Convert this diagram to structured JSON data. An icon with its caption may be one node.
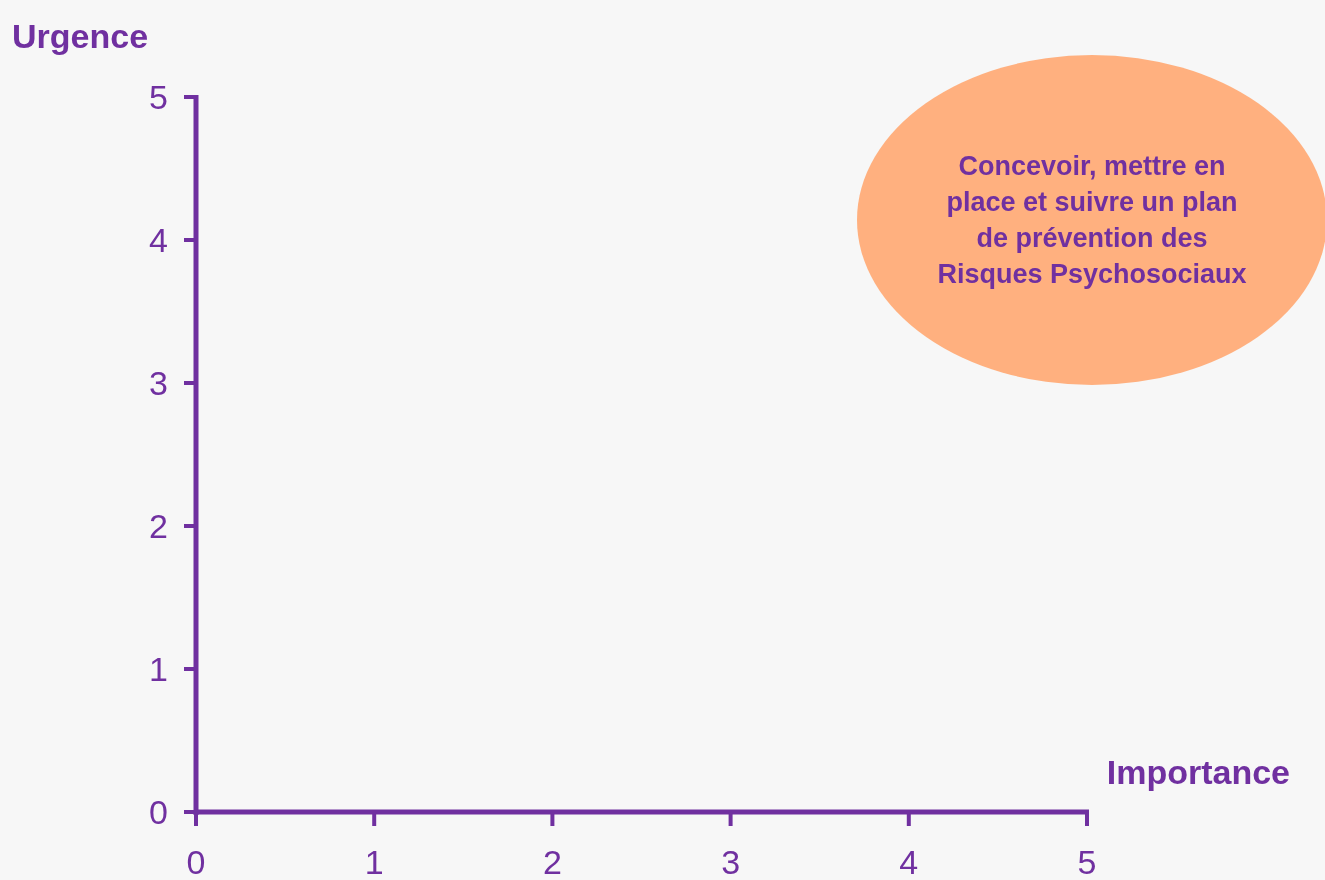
{
  "diagram": {
    "nodes": [
      {
        "text": [
          "Concevoir, mettre en place et suivre un plan de prévention des Risques Psychosociaux"
        ]
      }
    ],
    "labels": [
      "Urgence",
      "5",
      "4",
      "3",
      "2",
      "1",
      "0",
      "Importance",
      "0",
      "1",
      "2",
      "3",
      "4",
      "5"
    ]
  }
}
